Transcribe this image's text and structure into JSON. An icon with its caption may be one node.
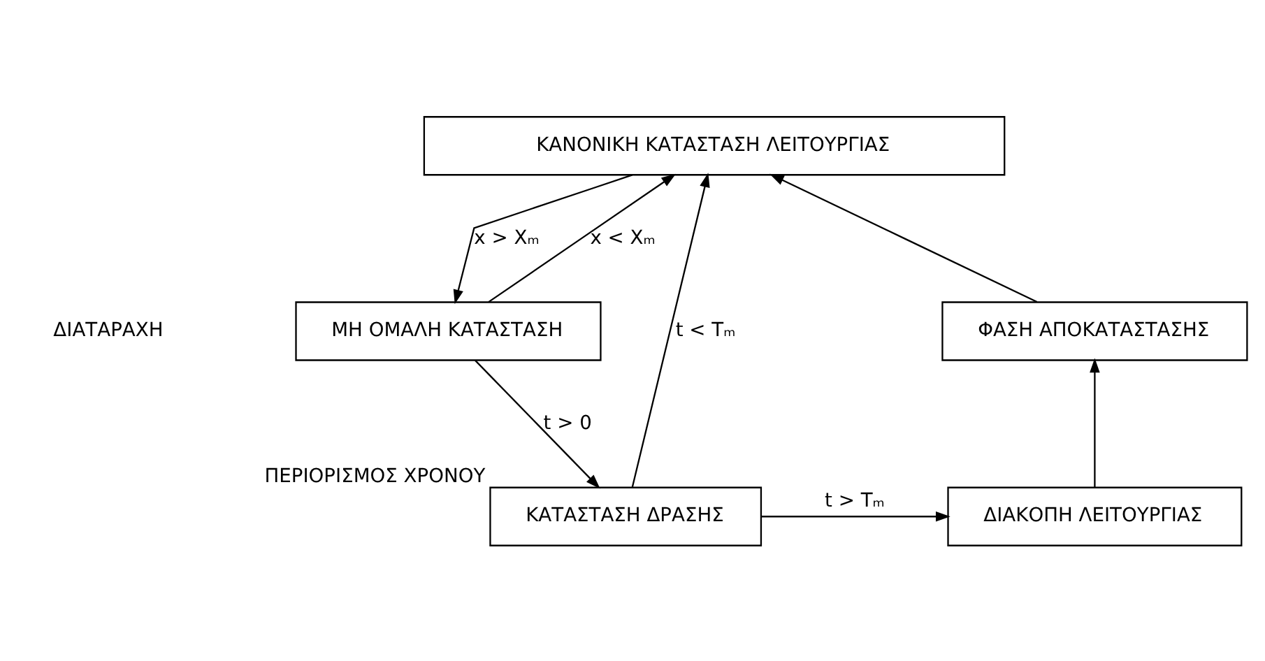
{
  "diagram": {
    "nodes": [
      {
        "text": [
          "ΚΑΝΟΝΙΚΗ ΚΑΤΑΣΤΑΣΗ ΛΕΙΤΟΥΡΓΙΑΣ"
        ]
      },
      {
        "text": [
          "ΜΗ ΟΜΑΛΗ ΚΑΤΑΣΤΑΣΗ"
        ]
      },
      {
        "text": [
          "ΦΑΣΗ ΑΠΟΚΑΤΑΣΤΑΣΗΣ"
        ]
      },
      {
        "text": [
          "ΚΑΤΑΣΤΑΣΗ ΔΡΑΣΗΣ"
        ],
        "beside": [
          "ΠΕΡΙΟΡΙΣΜΟΣ ΧΡΟΝΟΥ"
        ]
      },
      {
        "text": [
          "ΔΙΑΚΟΠΗ ΛΕΙΤΟΥΡΓΙΑΣ"
        ]
      }
    ],
    "edges": [
      {
        "from": 0,
        "to": 1,
        "arrow": "to",
        "label": "x > Xₘ"
      },
      {
        "from": 1,
        "to": 0,
        "arrow": "to",
        "label": "x < Xₘ"
      },
      {
        "from": 1,
        "to": 3,
        "arrow": "to",
        "label": "t > 0"
      },
      {
        "from": 3,
        "to": 0,
        "arrow": "to",
        "label": "t < Tₘ"
      },
      {
        "from": 3,
        "to": 4,
        "arrow": "to",
        "label": "t > Tₘ"
      },
      {
        "from": 4,
        "to": 2,
        "arrow": "to"
      },
      {
        "from": 2,
        "to": 0,
        "arrow": "to"
      }
    ],
    "labels": [
      "ΔΙΑΤΑΡΑΧΗ"
    ]
  }
}
